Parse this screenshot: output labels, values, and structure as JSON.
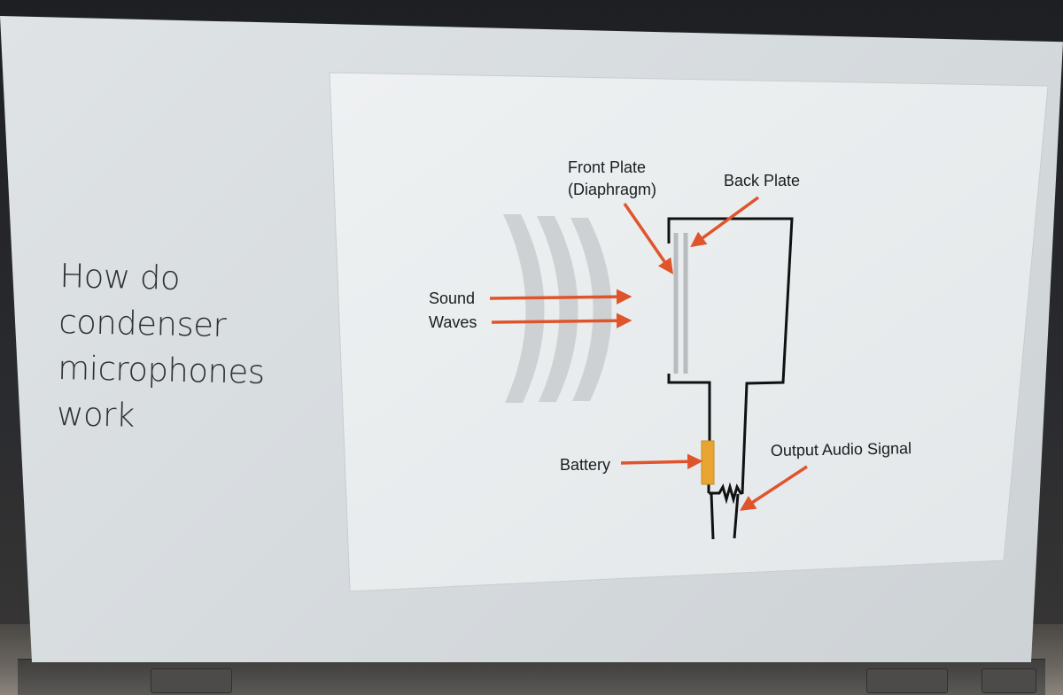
{
  "slide": {
    "title_lines": [
      "How do",
      "condenser",
      "microphones",
      "work"
    ]
  },
  "diagram": {
    "labels": {
      "front_plate_line1": "Front Plate",
      "front_plate_line2": "(Diaphragm)",
      "back_plate": "Back Plate",
      "sound_line1": "Sound",
      "sound_line2": "Waves",
      "battery": "Battery",
      "output": "Output Audio Signal"
    },
    "colors": {
      "arrow": "#e0542c",
      "battery": "#e8a531",
      "circuit": "#111111",
      "plates": "#b8bcbe",
      "waves": "#c9cdcf",
      "card": "#eceff0"
    }
  }
}
